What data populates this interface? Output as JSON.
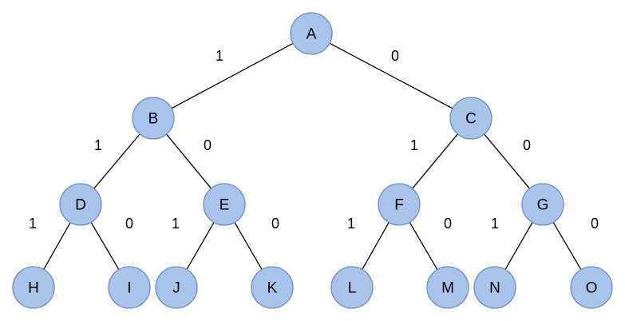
{
  "tree": {
    "colors": {
      "node_fill": "#a9c4eb",
      "node_stroke": "#6c8ebf",
      "edge": "#000000"
    },
    "nodes": [
      {
        "id": "A",
        "label": "A"
      },
      {
        "id": "B",
        "label": "B"
      },
      {
        "id": "C",
        "label": "C"
      },
      {
        "id": "D",
        "label": "D"
      },
      {
        "id": "E",
        "label": "E"
      },
      {
        "id": "F",
        "label": "F"
      },
      {
        "id": "G",
        "label": "G"
      },
      {
        "id": "H",
        "label": "H"
      },
      {
        "id": "I",
        "label": "I"
      },
      {
        "id": "J",
        "label": "J"
      },
      {
        "id": "K",
        "label": "K"
      },
      {
        "id": "L",
        "label": "L"
      },
      {
        "id": "M",
        "label": "M"
      },
      {
        "id": "N",
        "label": "N"
      },
      {
        "id": "O",
        "label": "O"
      }
    ],
    "edges": [
      {
        "from": "A",
        "to": "B",
        "label": "1"
      },
      {
        "from": "A",
        "to": "C",
        "label": "0"
      },
      {
        "from": "B",
        "to": "D",
        "label": "1"
      },
      {
        "from": "B",
        "to": "E",
        "label": "0"
      },
      {
        "from": "C",
        "to": "F",
        "label": "1"
      },
      {
        "from": "C",
        "to": "G",
        "label": "0"
      },
      {
        "from": "D",
        "to": "H",
        "label": "1"
      },
      {
        "from": "D",
        "to": "I",
        "label": "0"
      },
      {
        "from": "E",
        "to": "J",
        "label": "1"
      },
      {
        "from": "E",
        "to": "K",
        "label": "0"
      },
      {
        "from": "F",
        "to": "L",
        "label": "1"
      },
      {
        "from": "F",
        "to": "M",
        "label": "0"
      },
      {
        "from": "G",
        "to": "N",
        "label": "1"
      },
      {
        "from": "G",
        "to": "O",
        "label": "0"
      }
    ]
  }
}
